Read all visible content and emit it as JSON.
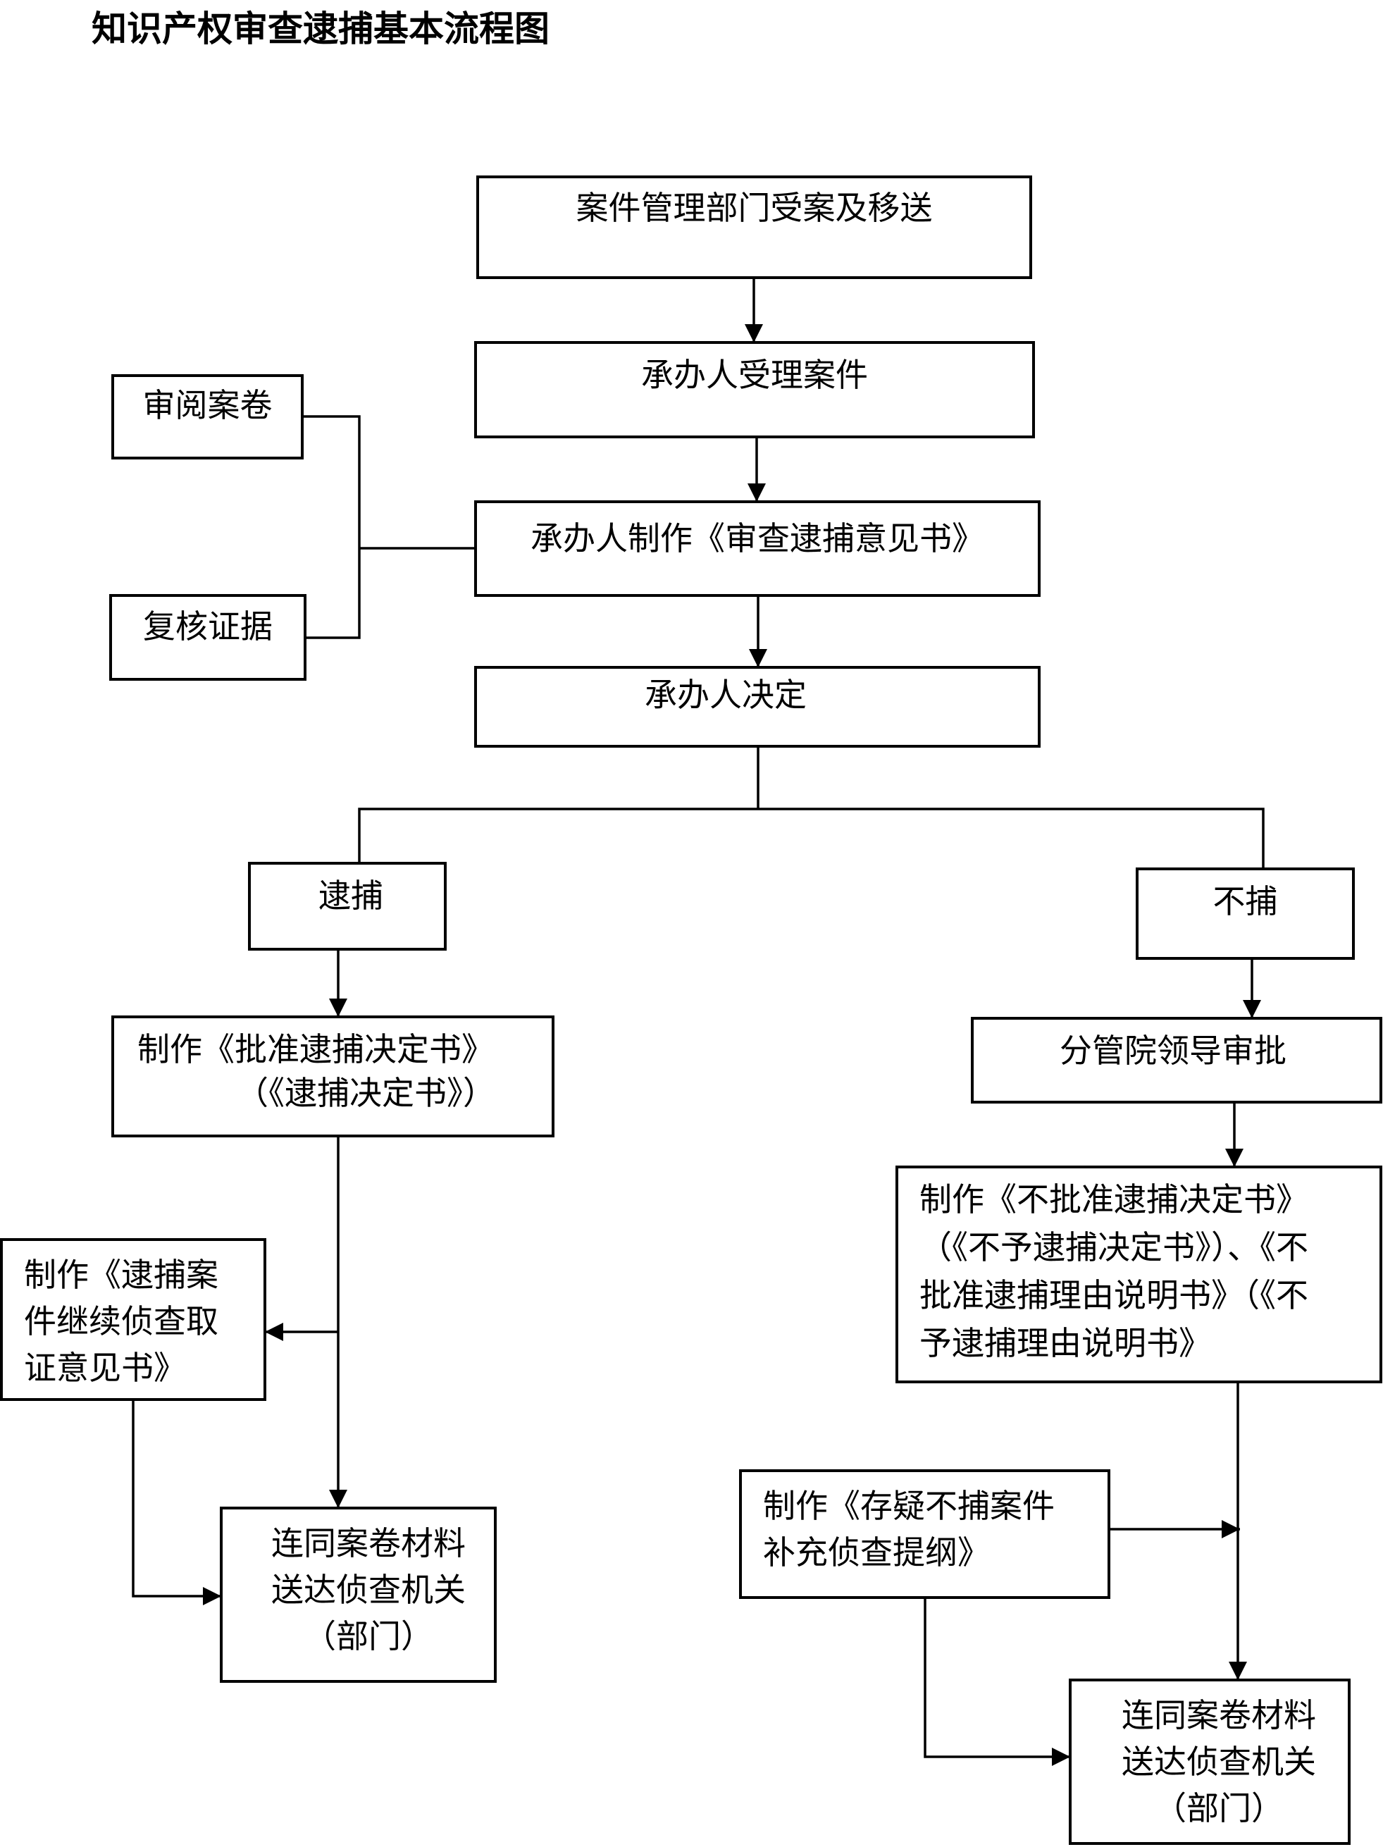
{
  "title": "知识产权审查逮捕基本流程图",
  "colors": {
    "line": "#000000",
    "background": "#ffffff",
    "box_fill": "#ffffff"
  },
  "nodes": {
    "case_acceptance": {
      "lines": [
        "案件管理部门受案及移送"
      ]
    },
    "handler_accepts": {
      "lines": [
        "承办人受理案件"
      ]
    },
    "review_files": {
      "lines": [
        "审阅案卷"
      ]
    },
    "recheck_evidence": {
      "lines": [
        "复核证据"
      ]
    },
    "draft_opinion": {
      "lines": [
        "承办人制作《审查逮捕意见书》"
      ]
    },
    "handler_decides": {
      "lines": [
        "承办人决定"
      ]
    },
    "arrest": {
      "lines": [
        "逮捕"
      ]
    },
    "no_arrest": {
      "lines": [
        "不捕"
      ]
    },
    "approve_arrest_doc": {
      "lines": [
        "制作《批准逮捕决定书》",
        "（《逮捕决定书》）"
      ]
    },
    "continue_investigation_doc": {
      "lines": [
        "制作《逮捕案",
        "件继续侦查取",
        "证意见书》"
      ]
    },
    "deliver_left": {
      "lines": [
        "连同案卷材料",
        "送达侦查机关",
        "（部门）"
      ]
    },
    "leader_approval": {
      "lines": [
        "分管院领导审批"
      ]
    },
    "no_arrest_doc": {
      "lines": [
        "制作《不批准逮捕决定书》",
        "（《不予逮捕决定书》）、《不",
        "批准逮捕理由说明书》（《不",
        "予逮捕理由说明书》"
      ]
    },
    "doubt_supplement_doc": {
      "lines": [
        "制作《存疑不捕案件",
        "补充侦查提纲》"
      ]
    },
    "deliver_right": {
      "lines": [
        "连同案卷材料",
        "送达侦查机关",
        "（部门）"
      ]
    }
  },
  "edges": [
    {
      "from": "case_acceptance",
      "to": "handler_accepts",
      "arrow": true
    },
    {
      "from": "handler_accepts",
      "to": "draft_opinion",
      "arrow": true
    },
    {
      "from": "review_files",
      "to": "draft_opinion",
      "arrow": false
    },
    {
      "from": "recheck_evidence",
      "to": "draft_opinion",
      "arrow": false
    },
    {
      "from": "draft_opinion",
      "to": "handler_decides",
      "arrow": true
    },
    {
      "from": "handler_decides",
      "to": "arrest",
      "arrow": false
    },
    {
      "from": "handler_decides",
      "to": "no_arrest",
      "arrow": false
    },
    {
      "from": "arrest",
      "to": "approve_arrest_doc",
      "arrow": true
    },
    {
      "from": "approve_arrest_doc",
      "to": "continue_investigation_doc",
      "arrow": true
    },
    {
      "from": "approve_arrest_doc",
      "to": "deliver_left",
      "arrow": true
    },
    {
      "from": "continue_investigation_doc",
      "to": "deliver_left",
      "arrow": true
    },
    {
      "from": "no_arrest",
      "to": "leader_approval",
      "arrow": true
    },
    {
      "from": "leader_approval",
      "to": "no_arrest_doc",
      "arrow": true
    },
    {
      "from": "no_arrest_doc",
      "to": "deliver_right",
      "arrow": true
    },
    {
      "from": "doubt_supplement_doc",
      "to": "deliver_right",
      "arrow": true
    }
  ]
}
